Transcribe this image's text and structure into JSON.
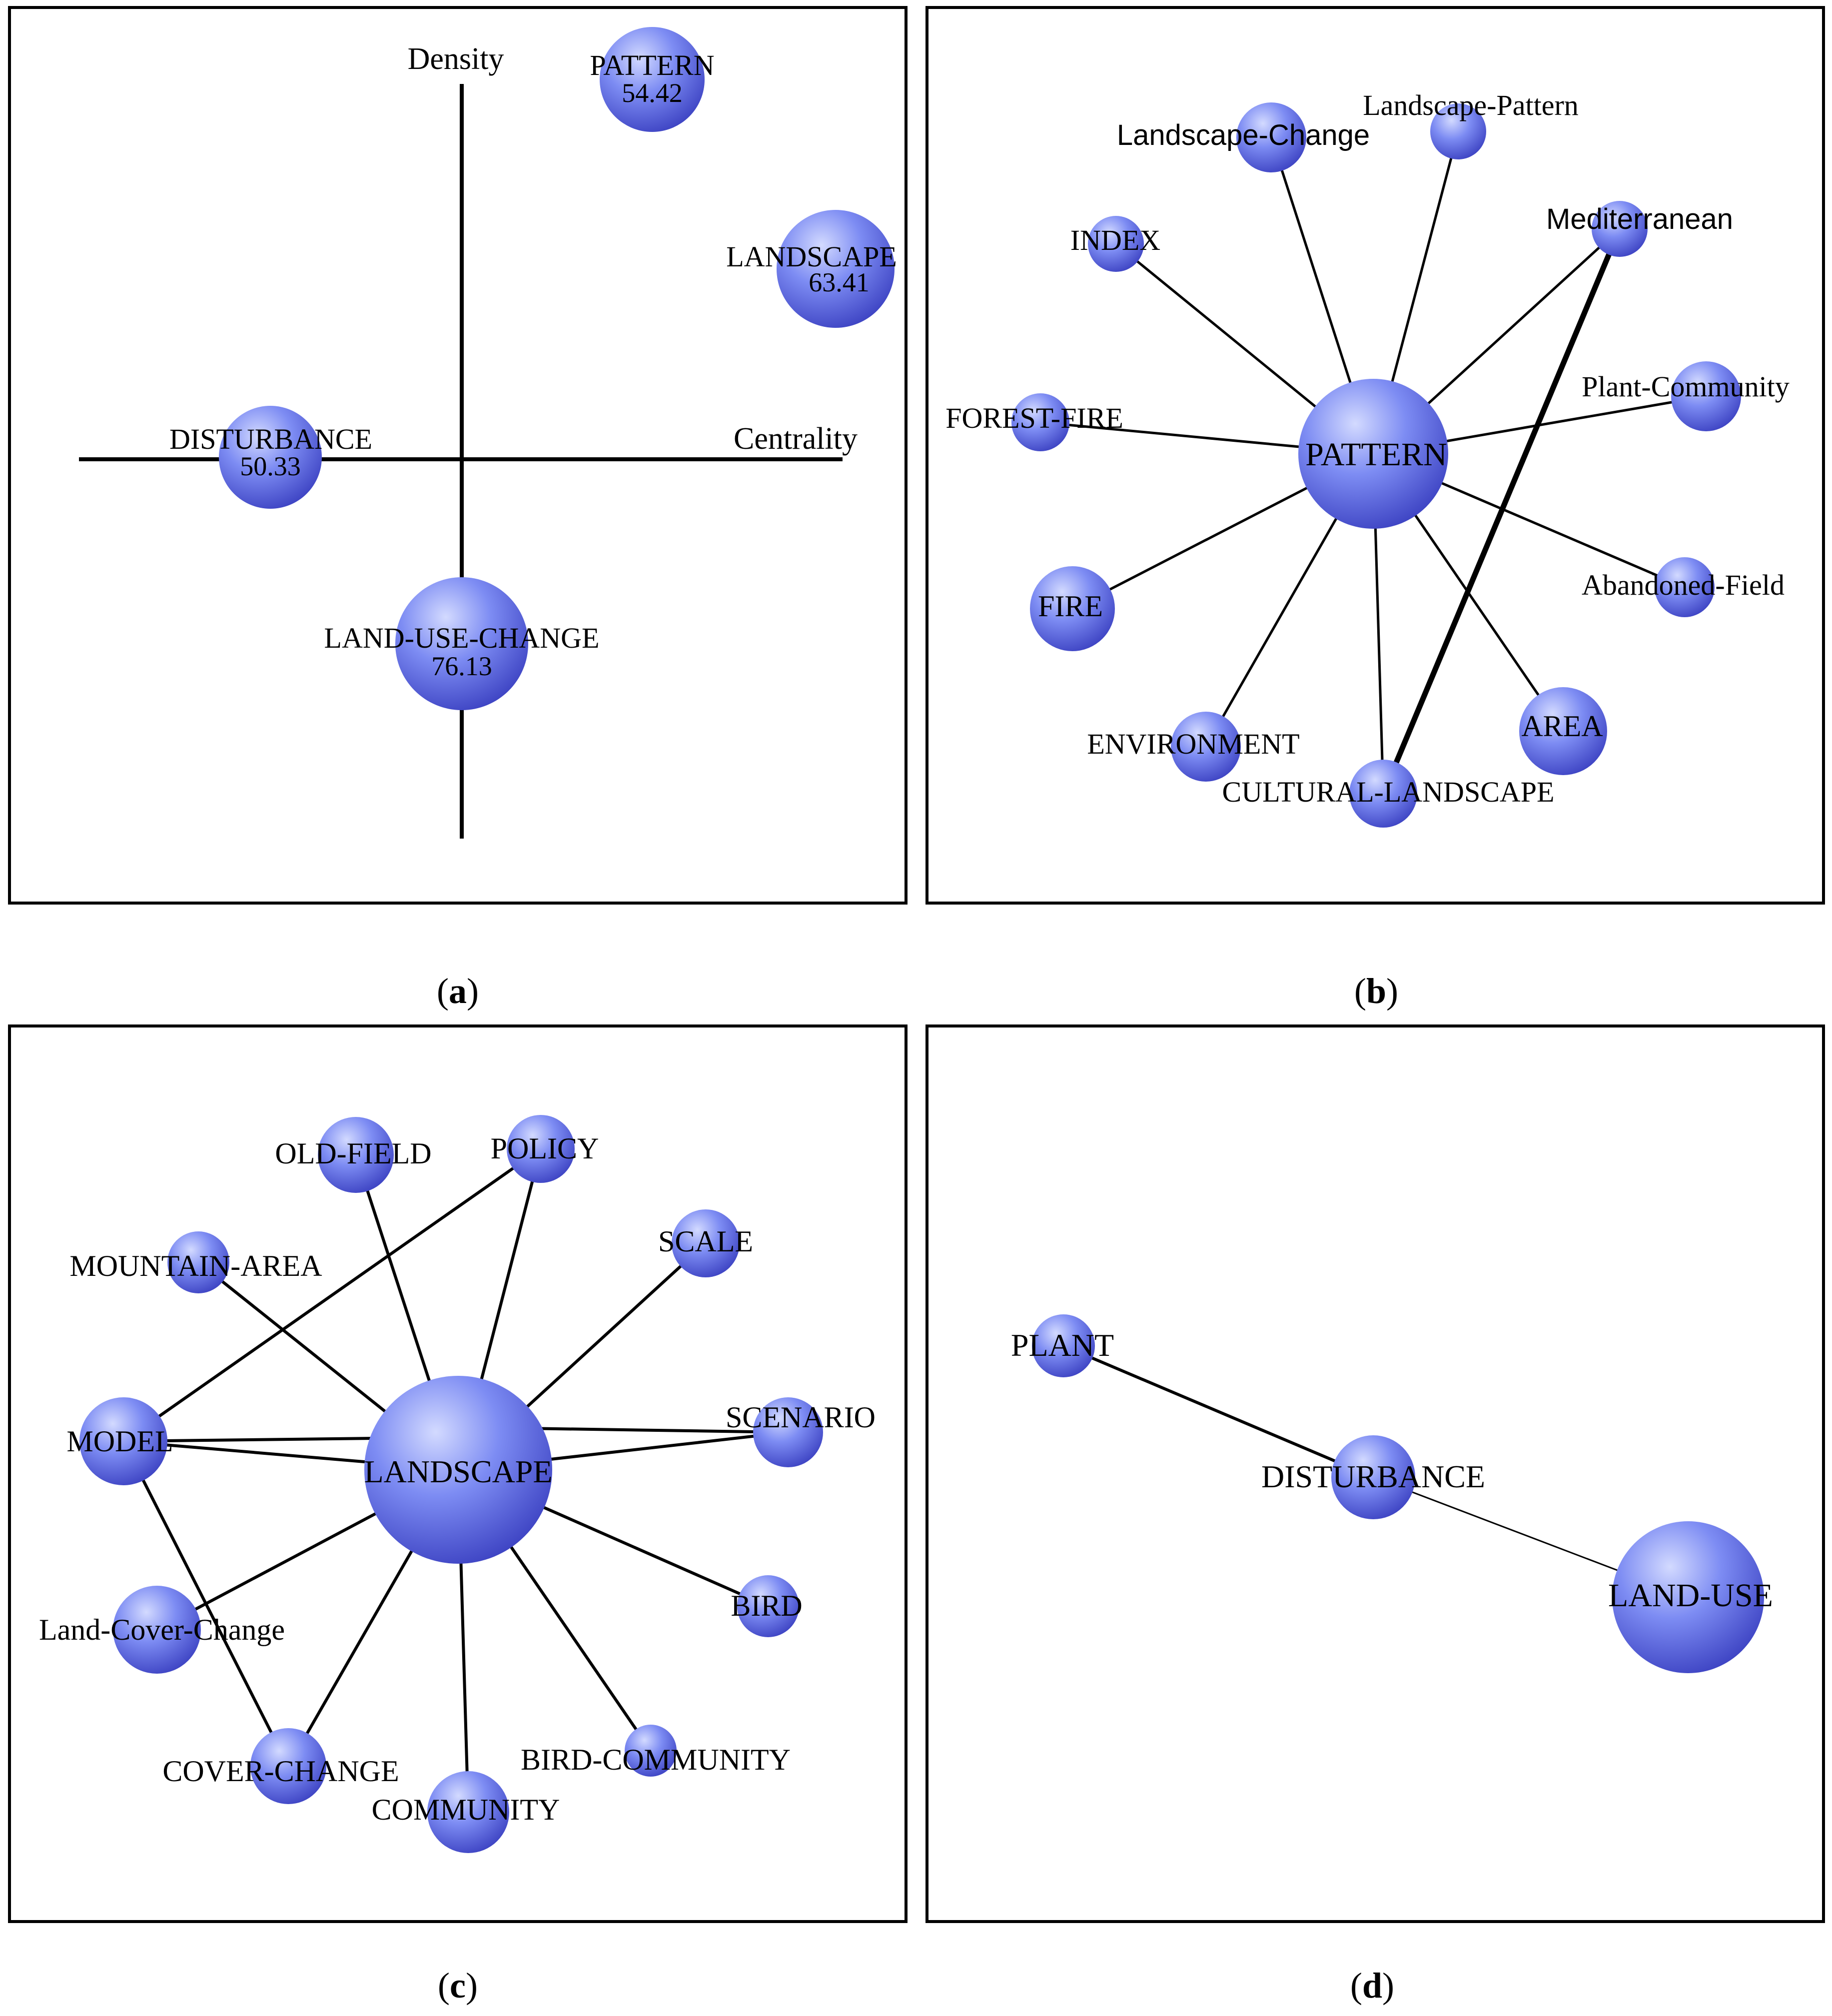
{
  "panels": {
    "a": {
      "caption": "a",
      "axes": {
        "y_label": "Density",
        "x_label": "Centrality"
      },
      "nodes": [
        {
          "label": "PATTERN",
          "value": "54.42"
        },
        {
          "label": "LANDSCAPE",
          "value": "63.41"
        },
        {
          "label": "DISTURBANCE",
          "value": "50.33"
        },
        {
          "label": "LAND-USE-CHANGE",
          "value": "76.13"
        }
      ]
    },
    "b": {
      "caption": "b",
      "center": "PATTERN",
      "nodes": [
        "Landscape-Change",
        "Landscape-Pattern",
        "INDEX",
        "Mediterranean",
        "FOREST-FIRE",
        "Plant-Community",
        "FIRE",
        "Abandoned-Field",
        "ENVIRONMENT",
        "AREA",
        "CULTURAL-LANDSCAPE"
      ],
      "edges": [
        [
          "PATTERN",
          "Landscape-Change"
        ],
        [
          "PATTERN",
          "Landscape-Pattern"
        ],
        [
          "PATTERN",
          "INDEX"
        ],
        [
          "PATTERN",
          "Mediterranean"
        ],
        [
          "PATTERN",
          "FOREST-FIRE"
        ],
        [
          "PATTERN",
          "Plant-Community"
        ],
        [
          "PATTERN",
          "FIRE"
        ],
        [
          "PATTERN",
          "Abandoned-Field"
        ],
        [
          "PATTERN",
          "ENVIRONMENT"
        ],
        [
          "PATTERN",
          "AREA"
        ],
        [
          "PATTERN",
          "CULTURAL-LANDSCAPE"
        ],
        [
          "Mediterranean",
          "CULTURAL-LANDSCAPE"
        ]
      ]
    },
    "c": {
      "caption": "c",
      "center": "LANDSCAPE",
      "nodes": [
        "OLD-FIELD",
        "POLICY",
        "MOUNTAIN-AREA",
        "SCALE",
        "MODEL",
        "SCENARIO",
        "Land-Cover-Change",
        "BIRD",
        "COVER-CHANGE",
        "BIRD-COMMUNITY",
        "COMMUNITY"
      ],
      "edges": [
        [
          "LANDSCAPE",
          "OLD-FIELD"
        ],
        [
          "LANDSCAPE",
          "POLICY"
        ],
        [
          "LANDSCAPE",
          "MOUNTAIN-AREA"
        ],
        [
          "LANDSCAPE",
          "SCALE"
        ],
        [
          "LANDSCAPE",
          "MODEL"
        ],
        [
          "LANDSCAPE",
          "SCENARIO"
        ],
        [
          "LANDSCAPE",
          "Land-Cover-Change"
        ],
        [
          "LANDSCAPE",
          "BIRD"
        ],
        [
          "LANDSCAPE",
          "COVER-CHANGE"
        ],
        [
          "LANDSCAPE",
          "BIRD-COMMUNITY"
        ],
        [
          "LANDSCAPE",
          "COMMUNITY"
        ],
        [
          "MODEL",
          "POLICY"
        ],
        [
          "MODEL",
          "SCENARIO"
        ],
        [
          "MODEL",
          "COVER-CHANGE"
        ]
      ]
    },
    "d": {
      "caption": "d",
      "nodes": [
        "PLANT",
        "DISTURBANCE",
        "LAND-USE"
      ],
      "edges": [
        [
          "PLANT",
          "DISTURBANCE"
        ],
        [
          "DISTURBANCE",
          "LAND-USE"
        ]
      ]
    }
  },
  "colors": {
    "node_light": "#b9c4ff",
    "node_mid": "#6f7ff0",
    "node_dark": "#3e44c8",
    "line": "#000000"
  }
}
